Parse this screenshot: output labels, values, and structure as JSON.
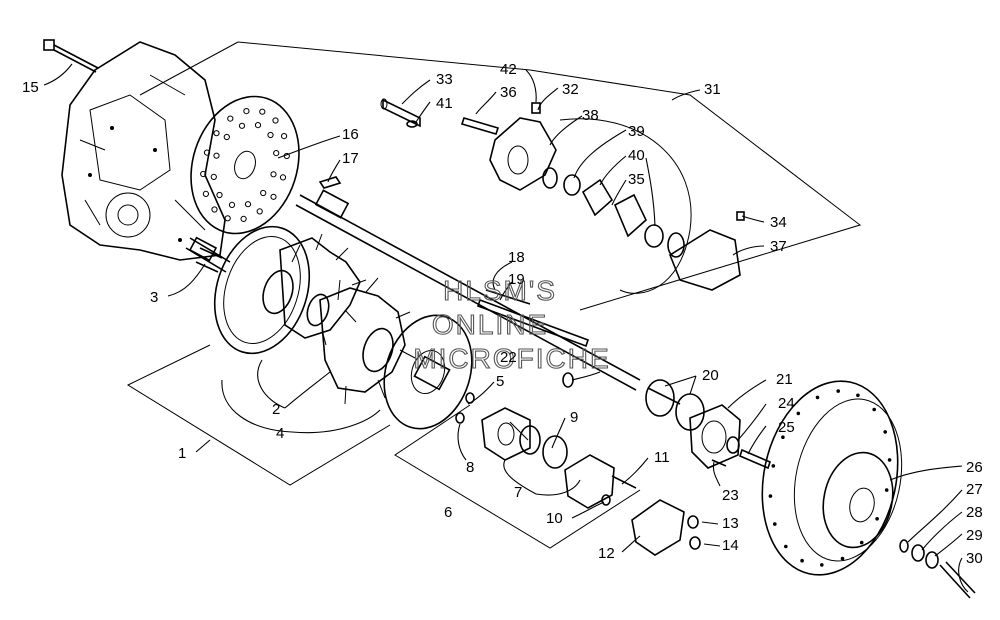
{
  "watermark": [
    "HLSM'S",
    "ONLINE",
    "MICROFICHE"
  ],
  "callouts": {
    "c1": "1",
    "c2": "2",
    "c3": "3",
    "c4": "4",
    "c5": "5",
    "c6": "6",
    "c7": "7",
    "c8": "8",
    "c9": "9",
    "c10": "10",
    "c11": "11",
    "c12": "12",
    "c13": "13",
    "c14": "14",
    "c15": "15",
    "c16": "16",
    "c17": "17",
    "c18": "18",
    "c19": "19",
    "c20": "20",
    "c21": "21",
    "c22": "22",
    "c23": "23",
    "c24": "24",
    "c25": "25",
    "c26": "26",
    "c27": "27",
    "c28": "28",
    "c29": "29",
    "c30": "30",
    "c31": "31",
    "c32": "32",
    "c33": "33",
    "c34": "34",
    "c35": "35",
    "c36": "36",
    "c37": "37",
    "c38": "38",
    "c39": "39",
    "c40": "40",
    "c41": "41",
    "c42": "42"
  }
}
